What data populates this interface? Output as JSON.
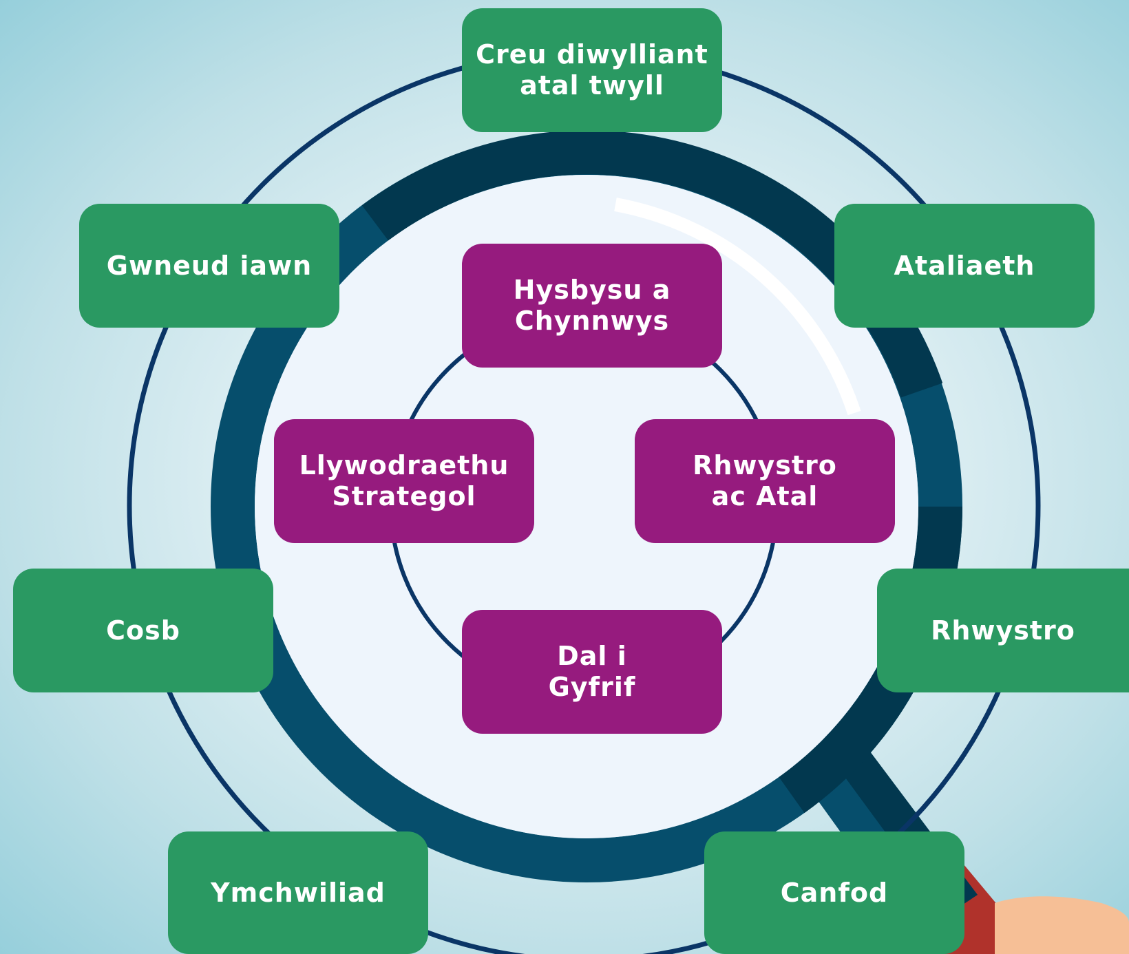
{
  "colors": {
    "outer_box": "#2a9962",
    "inner_box": "#961b7e",
    "ring": "#0a3566",
    "magnifier_frame": "#064e6c",
    "magnifier_frame_dark": "#02384f",
    "lens": "#eef5fc",
    "hand": "#f6bf96",
    "sleeve": "#b0322b"
  },
  "outer_items": [
    {
      "label": "Creu diwylliant\natal twyll"
    },
    {
      "label": "Ataliaeth"
    },
    {
      "label": "Rhwystro"
    },
    {
      "label": "Canfod"
    },
    {
      "label": "Ymchwiliad"
    },
    {
      "label": "Cosb"
    },
    {
      "label": "Gwneud iawn"
    }
  ],
  "inner_items": [
    {
      "label": "Hysbysu a\nChynnwys"
    },
    {
      "label": "Rhwystro\nac Atal"
    },
    {
      "label": "Dal i\nGyfrif"
    },
    {
      "label": "Llywodraethu\nStrategol"
    }
  ]
}
